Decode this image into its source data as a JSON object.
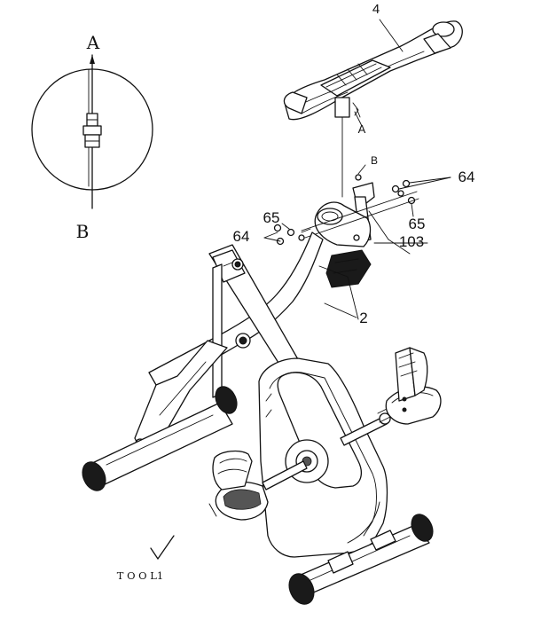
{
  "callouts": {
    "part_4": "4",
    "point_a": "A",
    "point_b": "B",
    "part_64_right": "64",
    "part_65_right": "65",
    "part_103": "103",
    "part_65_left": "65",
    "part_64_left": "64",
    "part_2": "2"
  },
  "detail_view": {
    "top_letter": "A",
    "bottom_letter": "B"
  },
  "tool": {
    "label": "T O O L1"
  }
}
